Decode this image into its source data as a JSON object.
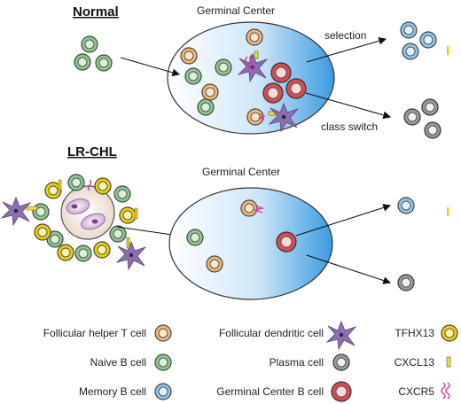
{
  "colors": {
    "helper_t": "#f2b877",
    "naive_b": "#8dc98f",
    "memory_b": "#8fc4ec",
    "plasma": "#9b9b9b",
    "gc_b": "#d94b50",
    "tfhx13": "#f0d000",
    "cxcl13": "#f6de2a",
    "cxcr5": "#d0379a",
    "fdc": "#8c6fae",
    "gc_fill_edge": "#3a9be0"
  },
  "icons": {
    "helper_t": "helper-t-cell-icon",
    "naive_b": "naive-b-cell-icon",
    "memory_b": "memory-b-cell-icon",
    "plasma": "plasma-cell-icon",
    "gc_b": "germinal-center-b-cell-icon",
    "tfhx13": "tfhx13-icon",
    "cxcl13": "cxcl13-icon",
    "cxcr5": "cxcr5-icon",
    "fdc": "follicular-dendritic-cell-icon"
  },
  "normal": {
    "title": "Normal",
    "gc_label": "Germinal Center",
    "selection_label": "selection",
    "class_switch_label": "class switch"
  },
  "lrchl": {
    "title": "LR-CHL",
    "gc_label": "Germinal Center"
  },
  "legend": {
    "helper_t": "Follicular helper T cell",
    "fdc": "Follicular dendritic cell",
    "tfhx13": "TFHX13",
    "naive_b": "Naive B cell",
    "plasma": "Plasma cell",
    "cxcl13": "CXCL13",
    "memory_b": "Memory B cell",
    "gc_b": "Germinal Center B cell",
    "cxcr5": "CXCR5"
  }
}
